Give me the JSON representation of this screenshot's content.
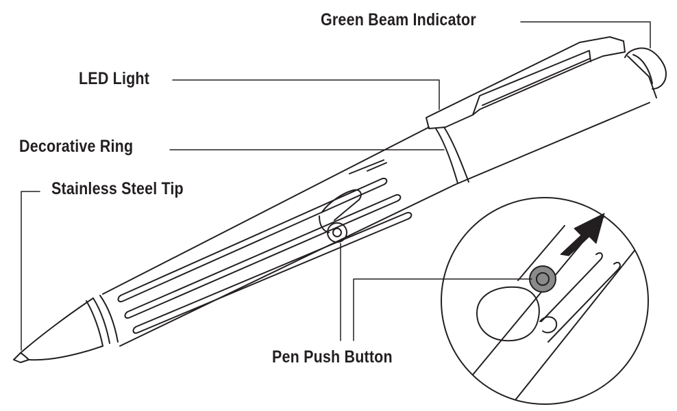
{
  "labels": {
    "green_beam_indicator": "Green Beam Indicator",
    "led_light": "LED Light",
    "decorative_ring": "Decorative Ring",
    "stainless_steel_tip": "Stainless Steel Tip",
    "pen_push_button": "Pen Push Button"
  },
  "colors": {
    "line": "#231f20",
    "button_fill": "#8a8a8a",
    "arrow": "#231f20",
    "background": "#ffffff"
  }
}
